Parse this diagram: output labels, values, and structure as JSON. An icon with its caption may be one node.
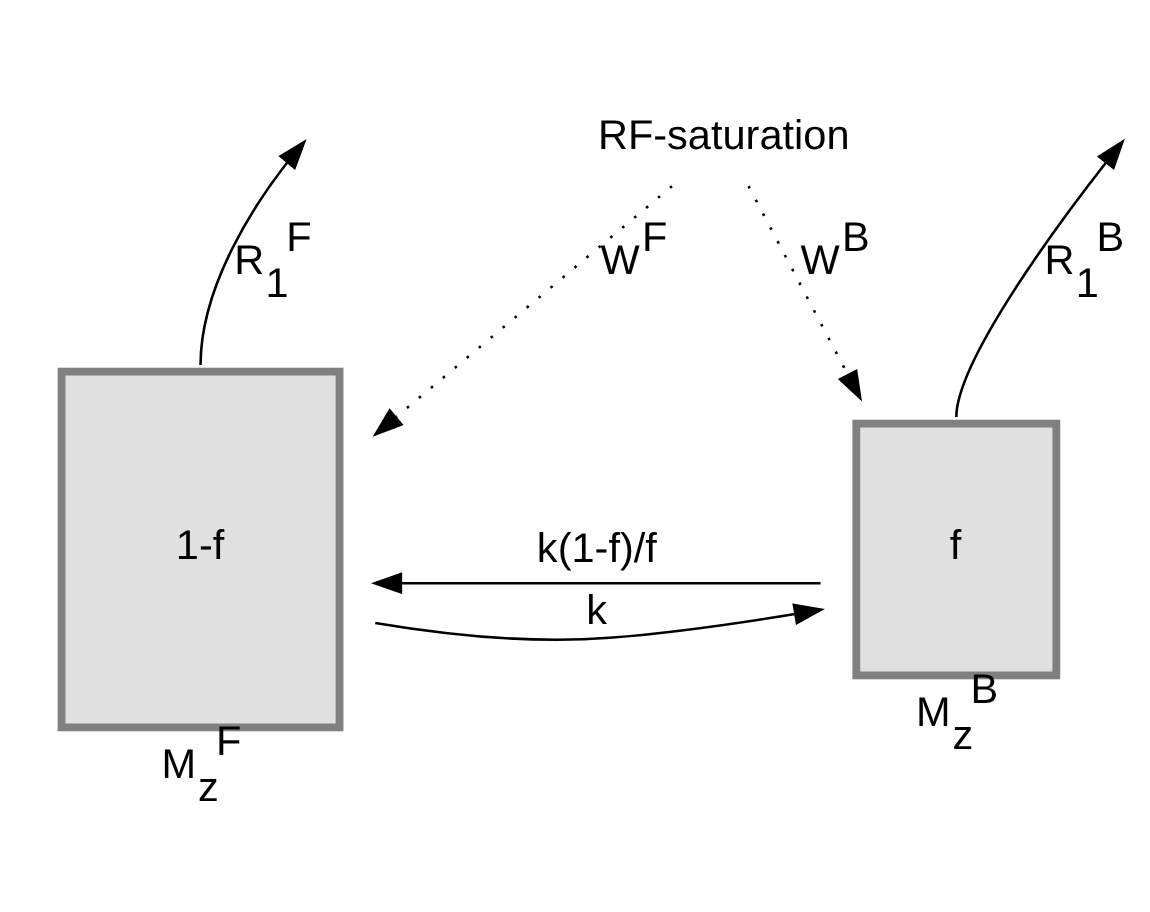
{
  "diagram": {
    "nodes": [
      {
        "text": [
          "1-f"
        ],
        "beside": [
          "M$_{z}$$^{F}$"
        ]
      },
      {
        "text": [
          "f"
        ],
        "beside": [
          "M$_{z}$$^{B}$"
        ]
      },
      {
        "text": [
          "RF-saturation"
        ]
      }
    ],
    "edges": [
      {
        "from": 0,
        "to": null,
        "arrow": "to",
        "label": "R$_{1}$$^{F}$"
      },
      {
        "from": 1,
        "to": null,
        "arrow": "to",
        "label": "R$_{1}$$^{B}$"
      },
      {
        "from": 2,
        "to": 0,
        "arrow": "to",
        "style": "dashed",
        "label": "W$^{F}$"
      },
      {
        "from": 2,
        "to": 1,
        "arrow": "to",
        "style": "dashed",
        "label": "W$^{B}$"
      },
      {
        "from": 0,
        "to": 1,
        "arrow": "to",
        "label": "k"
      },
      {
        "from": 1,
        "to": 0,
        "arrow": "to",
        "label": "k(1-f)/f"
      }
    ]
  }
}
